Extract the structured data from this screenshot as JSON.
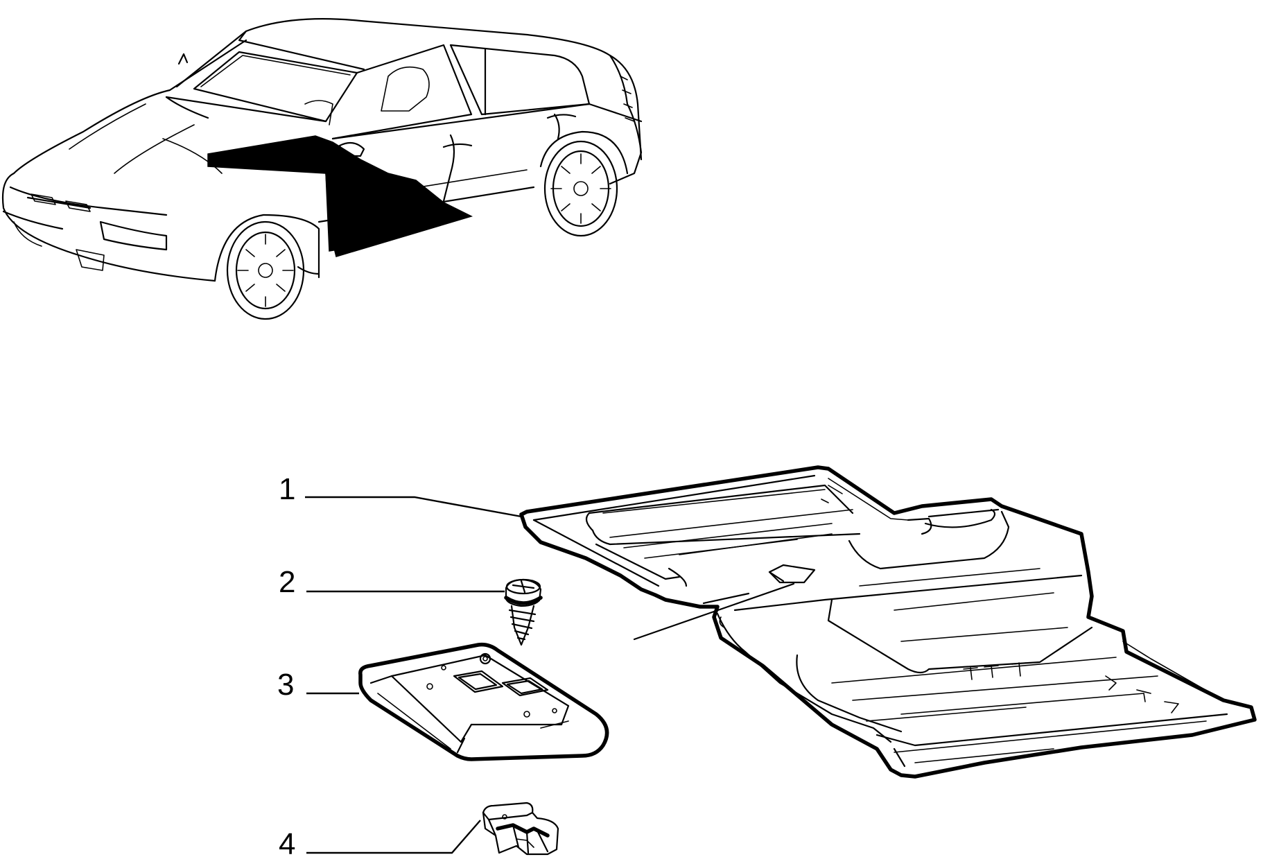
{
  "diagram": {
    "callouts": [
      {
        "id": "1",
        "label": "1"
      },
      {
        "id": "2",
        "label": "2"
      },
      {
        "id": "3",
        "label": "3"
      },
      {
        "id": "4",
        "label": "4"
      }
    ],
    "colors": {
      "line": "#000000",
      "background": "#ffffff",
      "highlight": "#000000"
    },
    "icons": [
      "car-overview-icon",
      "floor-mat-icon",
      "screw-icon",
      "plate-icon",
      "clip-icon"
    ]
  }
}
